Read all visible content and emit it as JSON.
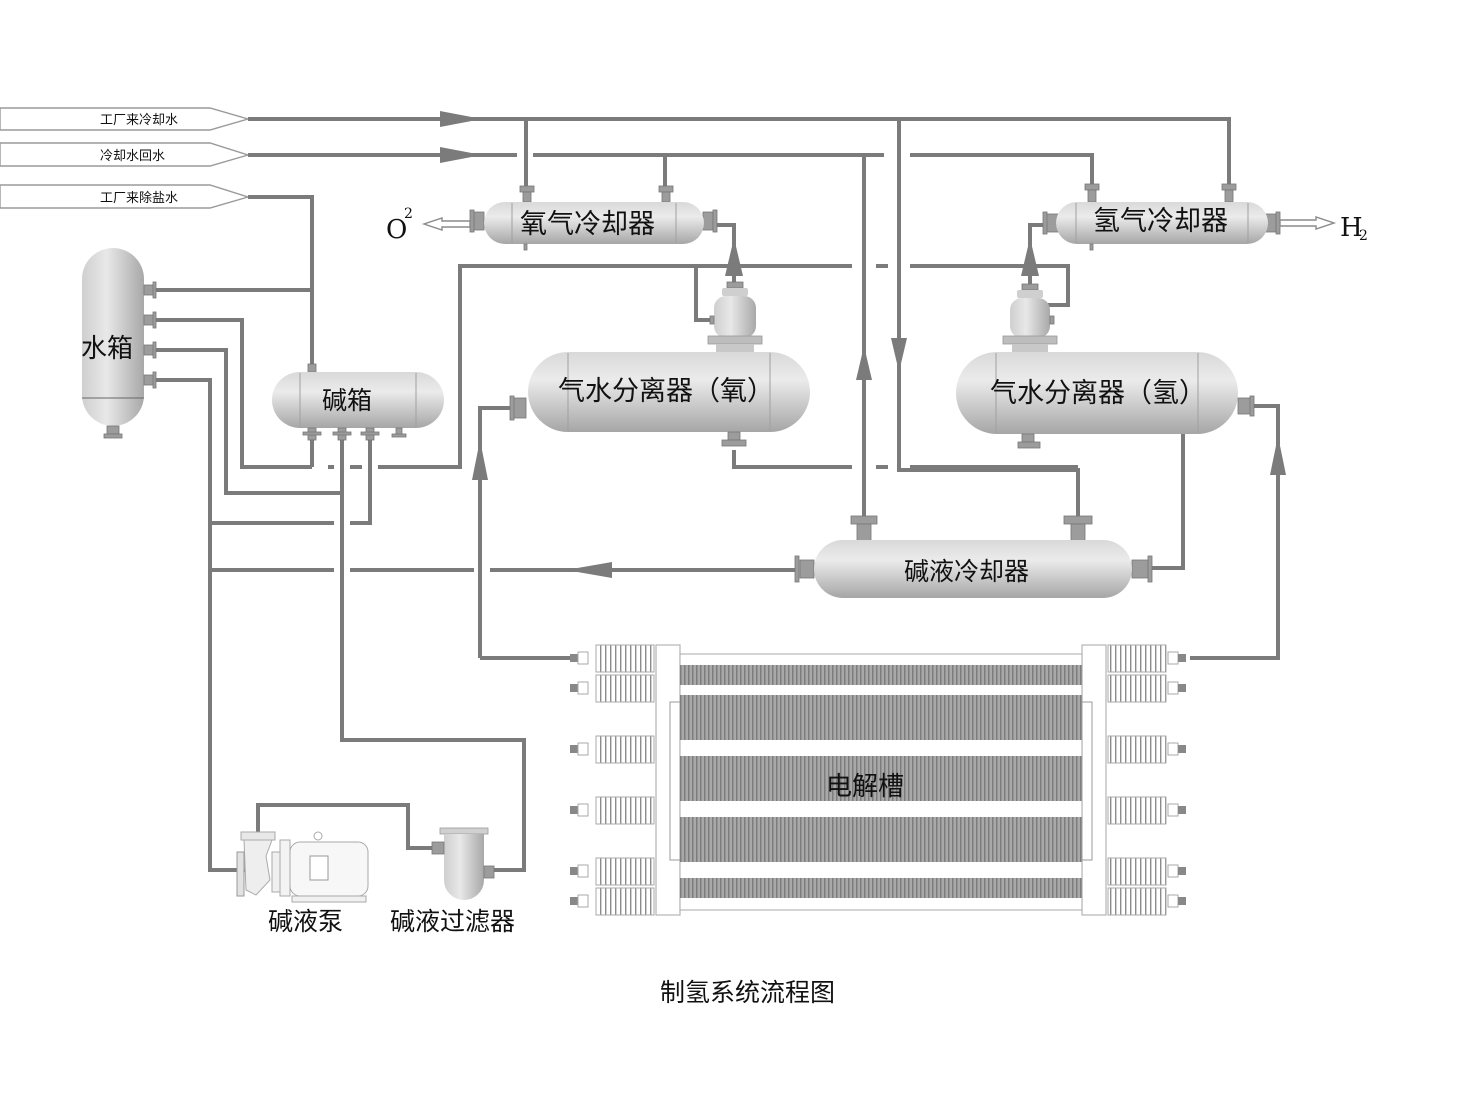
{
  "title": "制氢系统流程图",
  "inlet_tags": [
    {
      "id": "cooling_water_in",
      "label": "工厂来冷却水"
    },
    {
      "id": "cooling_water_return",
      "label": "冷却水回水"
    },
    {
      "id": "demin_water_in",
      "label": "工厂来除盐水"
    }
  ],
  "equipment": {
    "water_tank": "水箱",
    "lye_tank": "碱箱",
    "oxygen_cooler": "氧气冷却器",
    "hydrogen_cooler": "氢气冷却器",
    "oxygen_separator": "气水分离器（氧）",
    "hydrogen_separator": "气水分离器（氢）",
    "lye_cooler": "碱液冷却器",
    "electrolyzer": "电解槽",
    "lye_pump": "碱液泵",
    "lye_filter": "碱液过滤器"
  },
  "outputs": {
    "oxygen": {
      "base": "O",
      "script": "2"
    },
    "hydrogen": {
      "base": "H",
      "script": "2"
    }
  },
  "colors": {
    "pipe": "#7b7b7b",
    "vessel_light": "#e6e6e6",
    "vessel_dark": "#a9a9a9",
    "text": "#111111"
  }
}
